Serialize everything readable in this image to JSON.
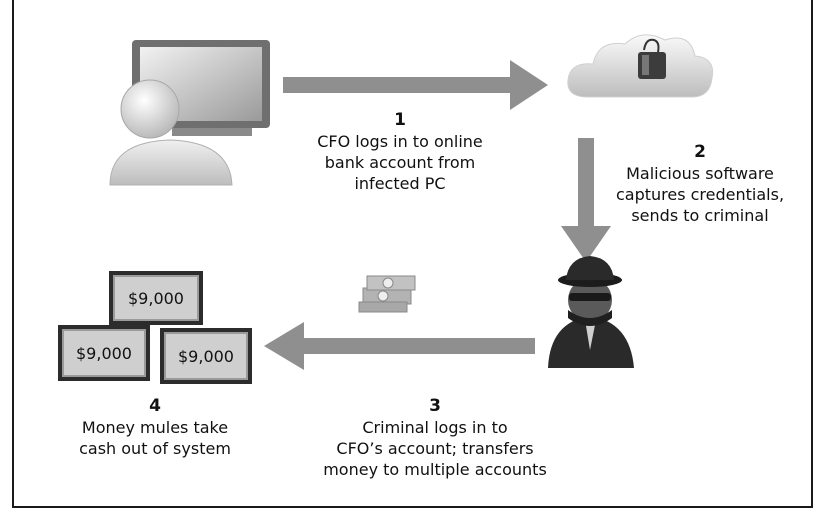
{
  "steps": [
    {
      "number": "1",
      "text": "CFO logs in to online\nbank account from\ninfected PC"
    },
    {
      "number": "2",
      "text": "Malicious software\ncaptures credentials,\nsends to criminal"
    },
    {
      "number": "3",
      "text": "Criminal logs in to\nCFO’s account; transfers\nmoney to multiple accounts"
    },
    {
      "number": "4",
      "text": "Money mules take\ncash out of system"
    }
  ],
  "money_labels": [
    "$9,000",
    "$9,000",
    "$9,000"
  ],
  "icons": {
    "computer_user": "computer-user-icon",
    "cloud": "malware-cloud-icon",
    "criminal": "criminal-icon",
    "cash": "cash-bundle-icon"
  },
  "colors": {
    "arrow": "#8f8f8f",
    "frame": "#1a1a1a"
  }
}
